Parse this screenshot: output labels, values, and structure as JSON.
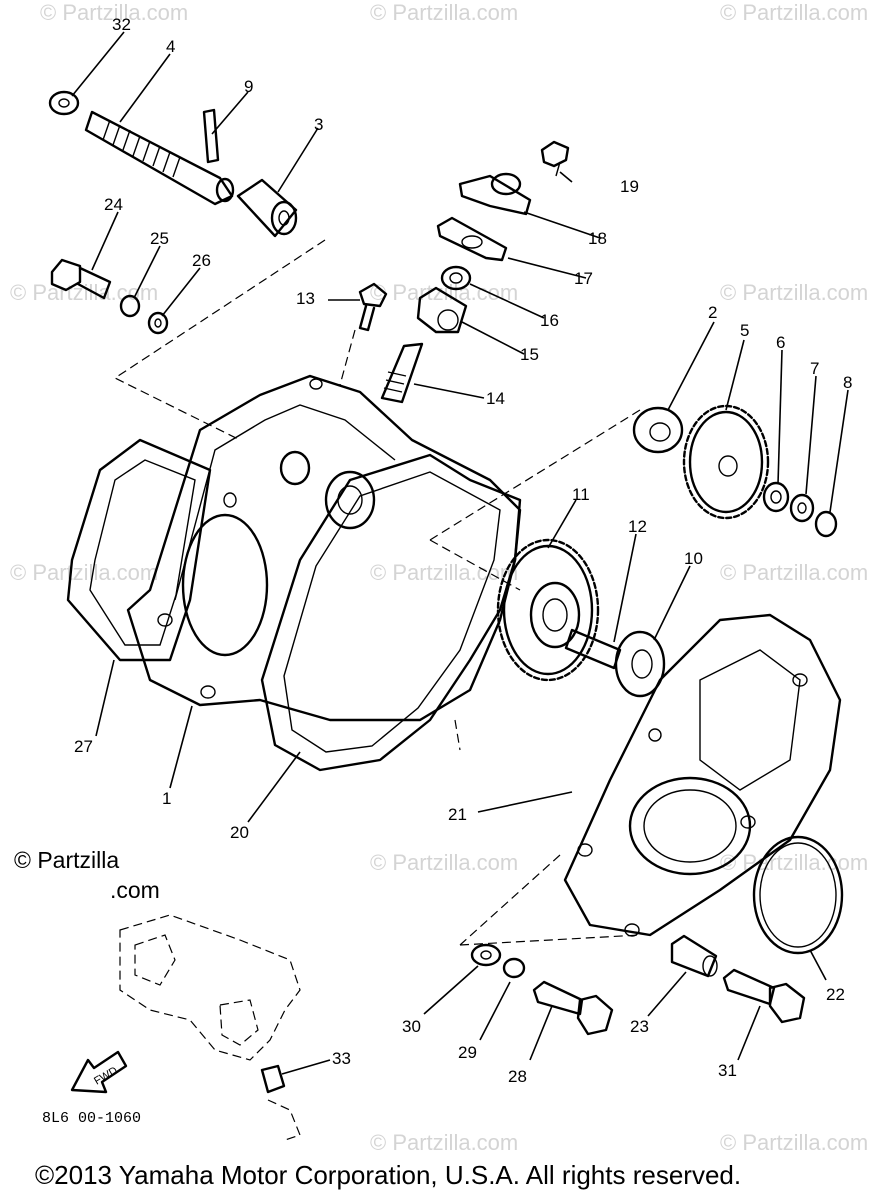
{
  "watermark": {
    "text": "© Partzilla.com",
    "brand_line1": "© Partzilla",
    "brand_line2": ".com"
  },
  "copyright": "©2013  Yamaha Motor Corporation, U.S.A. All rights reserved.",
  "diagram_code": "8L6 00-1060",
  "fwd_label": "FWD",
  "parts": [
    {
      "id": "1",
      "label": "1"
    },
    {
      "id": "2",
      "label": "2"
    },
    {
      "id": "3",
      "label": "3"
    },
    {
      "id": "4",
      "label": "4"
    },
    {
      "id": "5",
      "label": "5"
    },
    {
      "id": "6",
      "label": "6"
    },
    {
      "id": "7",
      "label": "7"
    },
    {
      "id": "8",
      "label": "8"
    },
    {
      "id": "9",
      "label": "9"
    },
    {
      "id": "10",
      "label": "10"
    },
    {
      "id": "11",
      "label": "11"
    },
    {
      "id": "12",
      "label": "12"
    },
    {
      "id": "13",
      "label": "13"
    },
    {
      "id": "14",
      "label": "14"
    },
    {
      "id": "15",
      "label": "15"
    },
    {
      "id": "16",
      "label": "16"
    },
    {
      "id": "17",
      "label": "17"
    },
    {
      "id": "18",
      "label": "18"
    },
    {
      "id": "19",
      "label": "19"
    },
    {
      "id": "20",
      "label": "20"
    },
    {
      "id": "21",
      "label": "21"
    },
    {
      "id": "22",
      "label": "22"
    },
    {
      "id": "23",
      "label": "23"
    },
    {
      "id": "24",
      "label": "24"
    },
    {
      "id": "25",
      "label": "25"
    },
    {
      "id": "26",
      "label": "26"
    },
    {
      "id": "27",
      "label": "27"
    },
    {
      "id": "28",
      "label": "28"
    },
    {
      "id": "29",
      "label": "29"
    },
    {
      "id": "30",
      "label": "30"
    },
    {
      "id": "31",
      "label": "31"
    },
    {
      "id": "32",
      "label": "32"
    },
    {
      "id": "33",
      "label": "33"
    }
  ]
}
